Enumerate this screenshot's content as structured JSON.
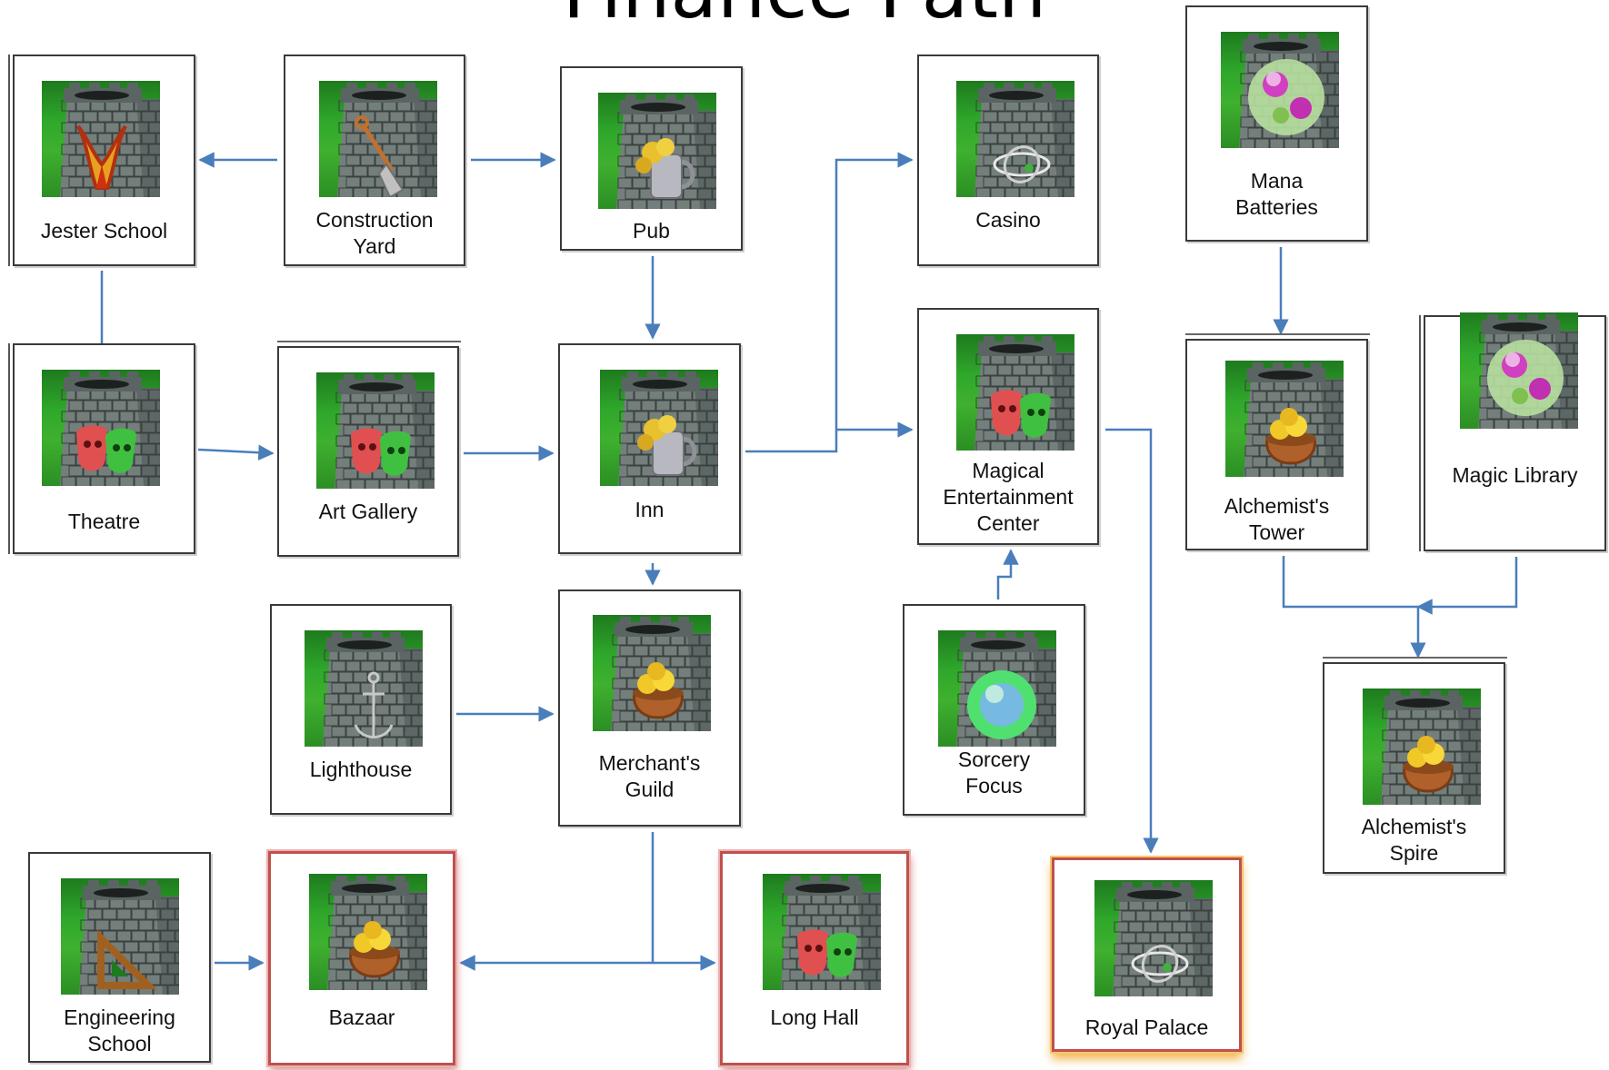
{
  "title": "Finance Path",
  "colors": {
    "arrow": "#4a7ebb",
    "highlight_red": "#c0504d",
    "highlight_gold": "#f4b942"
  },
  "buildings": [
    {
      "id": "jester-school",
      "label": "Jester School",
      "emblem": "jester-hat-icon"
    },
    {
      "id": "construction-yard",
      "label": "Construction Yard",
      "emblem": "shovel-icon"
    },
    {
      "id": "pub",
      "label": "Pub",
      "emblem": "tankard-icon"
    },
    {
      "id": "casino",
      "label": "Casino",
      "emblem": "ring-icon"
    },
    {
      "id": "mana-batteries",
      "label": "Mana Batteries",
      "emblem": "mana-orb-icon"
    },
    {
      "id": "theatre",
      "label": "Theatre",
      "emblem": "theatre-masks-icon"
    },
    {
      "id": "art-gallery",
      "label": "Art Gallery",
      "emblem": "theatre-masks-icon"
    },
    {
      "id": "inn",
      "label": "Inn",
      "emblem": "tankard-icon"
    },
    {
      "id": "magical-entertainment-center",
      "label": "Magical Entertainment Center",
      "emblem": "theatre-masks-icon"
    },
    {
      "id": "alchemists-tower",
      "label": "Alchemist's Tower",
      "emblem": "gold-pot-icon"
    },
    {
      "id": "magic-library",
      "label": "Magic Library",
      "emblem": "mana-orb-icon"
    },
    {
      "id": "lighthouse",
      "label": "Lighthouse",
      "emblem": "anchor-icon"
    },
    {
      "id": "merchants-guild",
      "label": "Merchant's Guild",
      "emblem": "gold-pot-icon"
    },
    {
      "id": "sorcery-focus",
      "label": "Sorcery Focus",
      "emblem": "green-orb-icon"
    },
    {
      "id": "alchemists-spire",
      "label": "Alchemist's Spire",
      "emblem": "gold-pot-icon"
    },
    {
      "id": "engineering-school",
      "label": "Engineering School",
      "emblem": "set-square-icon"
    },
    {
      "id": "bazaar",
      "label": "Bazaar",
      "emblem": "gold-pot-icon",
      "highlight": "red"
    },
    {
      "id": "long-hall",
      "label": "Long Hall",
      "emblem": "theatre-masks-icon",
      "highlight": "red"
    },
    {
      "id": "royal-palace",
      "label": "Royal Palace",
      "emblem": "ring-icon",
      "highlight": "gold"
    }
  ],
  "connections": [
    {
      "from": "construction-yard",
      "to": "jester-school"
    },
    {
      "from": "construction-yard",
      "to": "pub"
    },
    {
      "from": "jester-school",
      "to": "theatre"
    },
    {
      "from": "pub",
      "to": "inn"
    },
    {
      "from": "theatre",
      "to": "art-gallery"
    },
    {
      "from": "art-gallery",
      "to": "inn"
    },
    {
      "from": "inn",
      "to": "casino"
    },
    {
      "from": "inn",
      "to": "magical-entertainment-center"
    },
    {
      "from": "inn",
      "to": "merchants-guild"
    },
    {
      "from": "magical-entertainment-center",
      "to": "royal-palace"
    },
    {
      "from": "sorcery-focus",
      "to": "magical-entertainment-center"
    },
    {
      "from": "mana-batteries",
      "to": "alchemists-tower"
    },
    {
      "from": "alchemists-tower",
      "to": "alchemists-spire"
    },
    {
      "from": "magic-library",
      "to": "alchemists-spire"
    },
    {
      "from": "lighthouse",
      "to": "merchants-guild"
    },
    {
      "from": "merchants-guild",
      "to": "bazaar"
    },
    {
      "from": "merchants-guild",
      "to": "long-hall"
    },
    {
      "from": "engineering-school",
      "to": "bazaar"
    }
  ]
}
